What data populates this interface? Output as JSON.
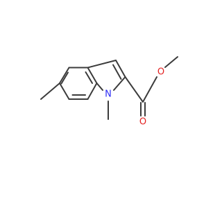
{
  "molecule": {
    "atoms": {
      "nitrogen": {
        "symbol": "N",
        "color": "#2c2cf5"
      },
      "carbonyl_oxygen": {
        "symbol": "O",
        "color": "#e32020"
      },
      "ester_oxygen": {
        "symbol": "O",
        "color": "#e32020"
      }
    },
    "bond_color": "#3b3b3b",
    "background": "#ffffff"
  }
}
